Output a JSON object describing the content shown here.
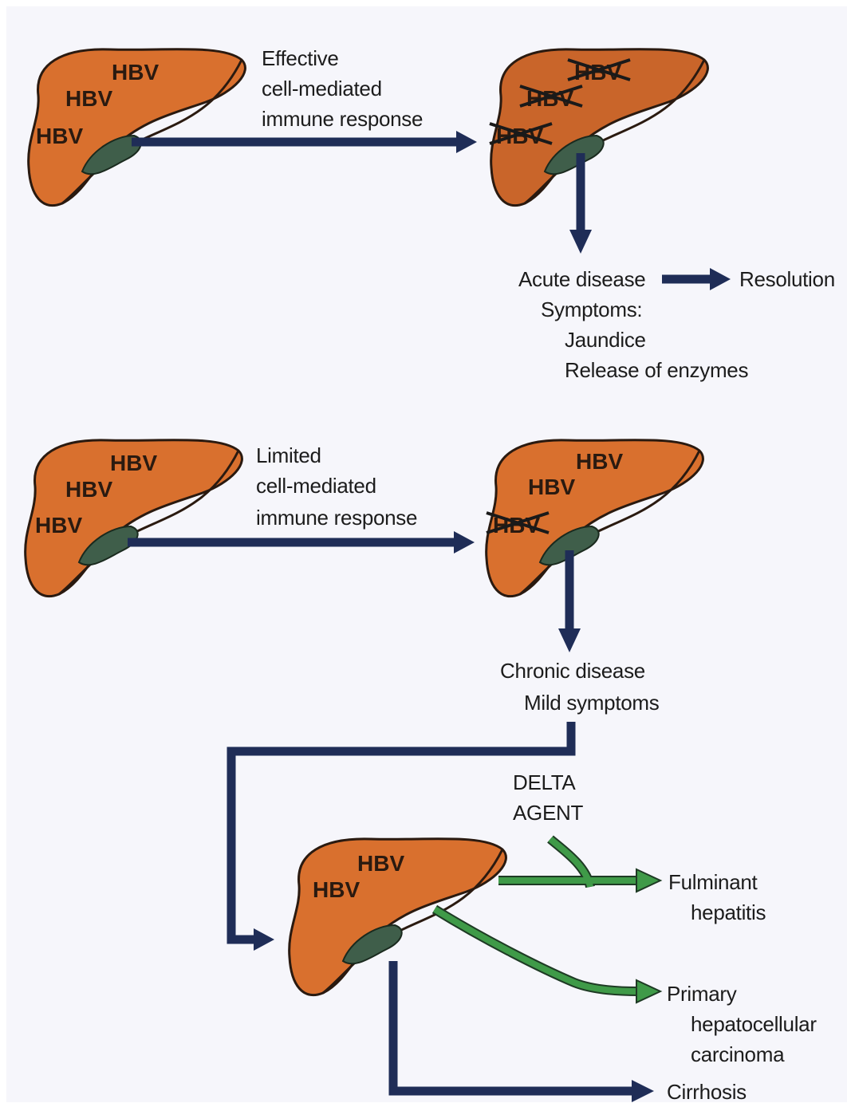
{
  "colors": {
    "liver": "#d9702e",
    "liver_dark": "#b85a20",
    "gallbladder": "#3f5e4a",
    "arrow_blue": "#1f2d57",
    "arrow_green": "#3f9a48",
    "background": "#f6f6fb"
  },
  "virus_label": "HBV",
  "pathway1": {
    "response_lines": [
      "Effective",
      "cell-mediated",
      "immune response"
    ],
    "acute_disease": "Acute disease",
    "resolution": "Resolution",
    "symptoms": "Symptoms:",
    "symptom_1": "Jaundice",
    "symptom_2": "Release of enzymes"
  },
  "pathway2": {
    "response_lines": [
      "Limited",
      "cell-mediated",
      "immune response"
    ],
    "chronic_disease": "Chronic disease",
    "mild_symptoms": "Mild symptoms"
  },
  "outcomes": {
    "delta_lines": [
      "DELTA",
      "AGENT"
    ],
    "fulminant_lines": [
      "Fulminant",
      "hepatitis"
    ],
    "carcinoma_lines": [
      "Primary",
      "hepatocellular",
      "carcinoma"
    ],
    "cirrhosis": "Cirrhosis"
  }
}
